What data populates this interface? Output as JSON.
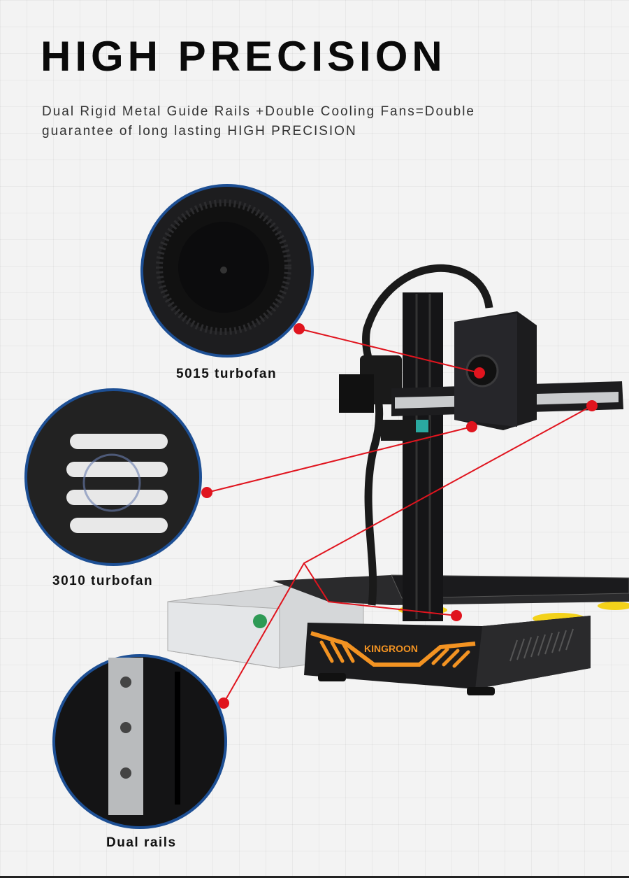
{
  "header": {
    "title": "HIGH PRECISION",
    "subtitle_line1": "Dual Rigid Metal Guide Rails +Double Cooling Fans=Double",
    "subtitle_line2": "guarantee of long lasting HIGH PRECISION"
  },
  "callouts": [
    {
      "label": "5015 turbofan"
    },
    {
      "label": "3010 turbofan"
    },
    {
      "label": "Dual rails"
    }
  ],
  "product": {
    "brand": "KINGROON"
  },
  "colors": {
    "accent_red": "#e0141e",
    "circle_border": "#1d4f94",
    "brand_orange": "#f39322"
  }
}
